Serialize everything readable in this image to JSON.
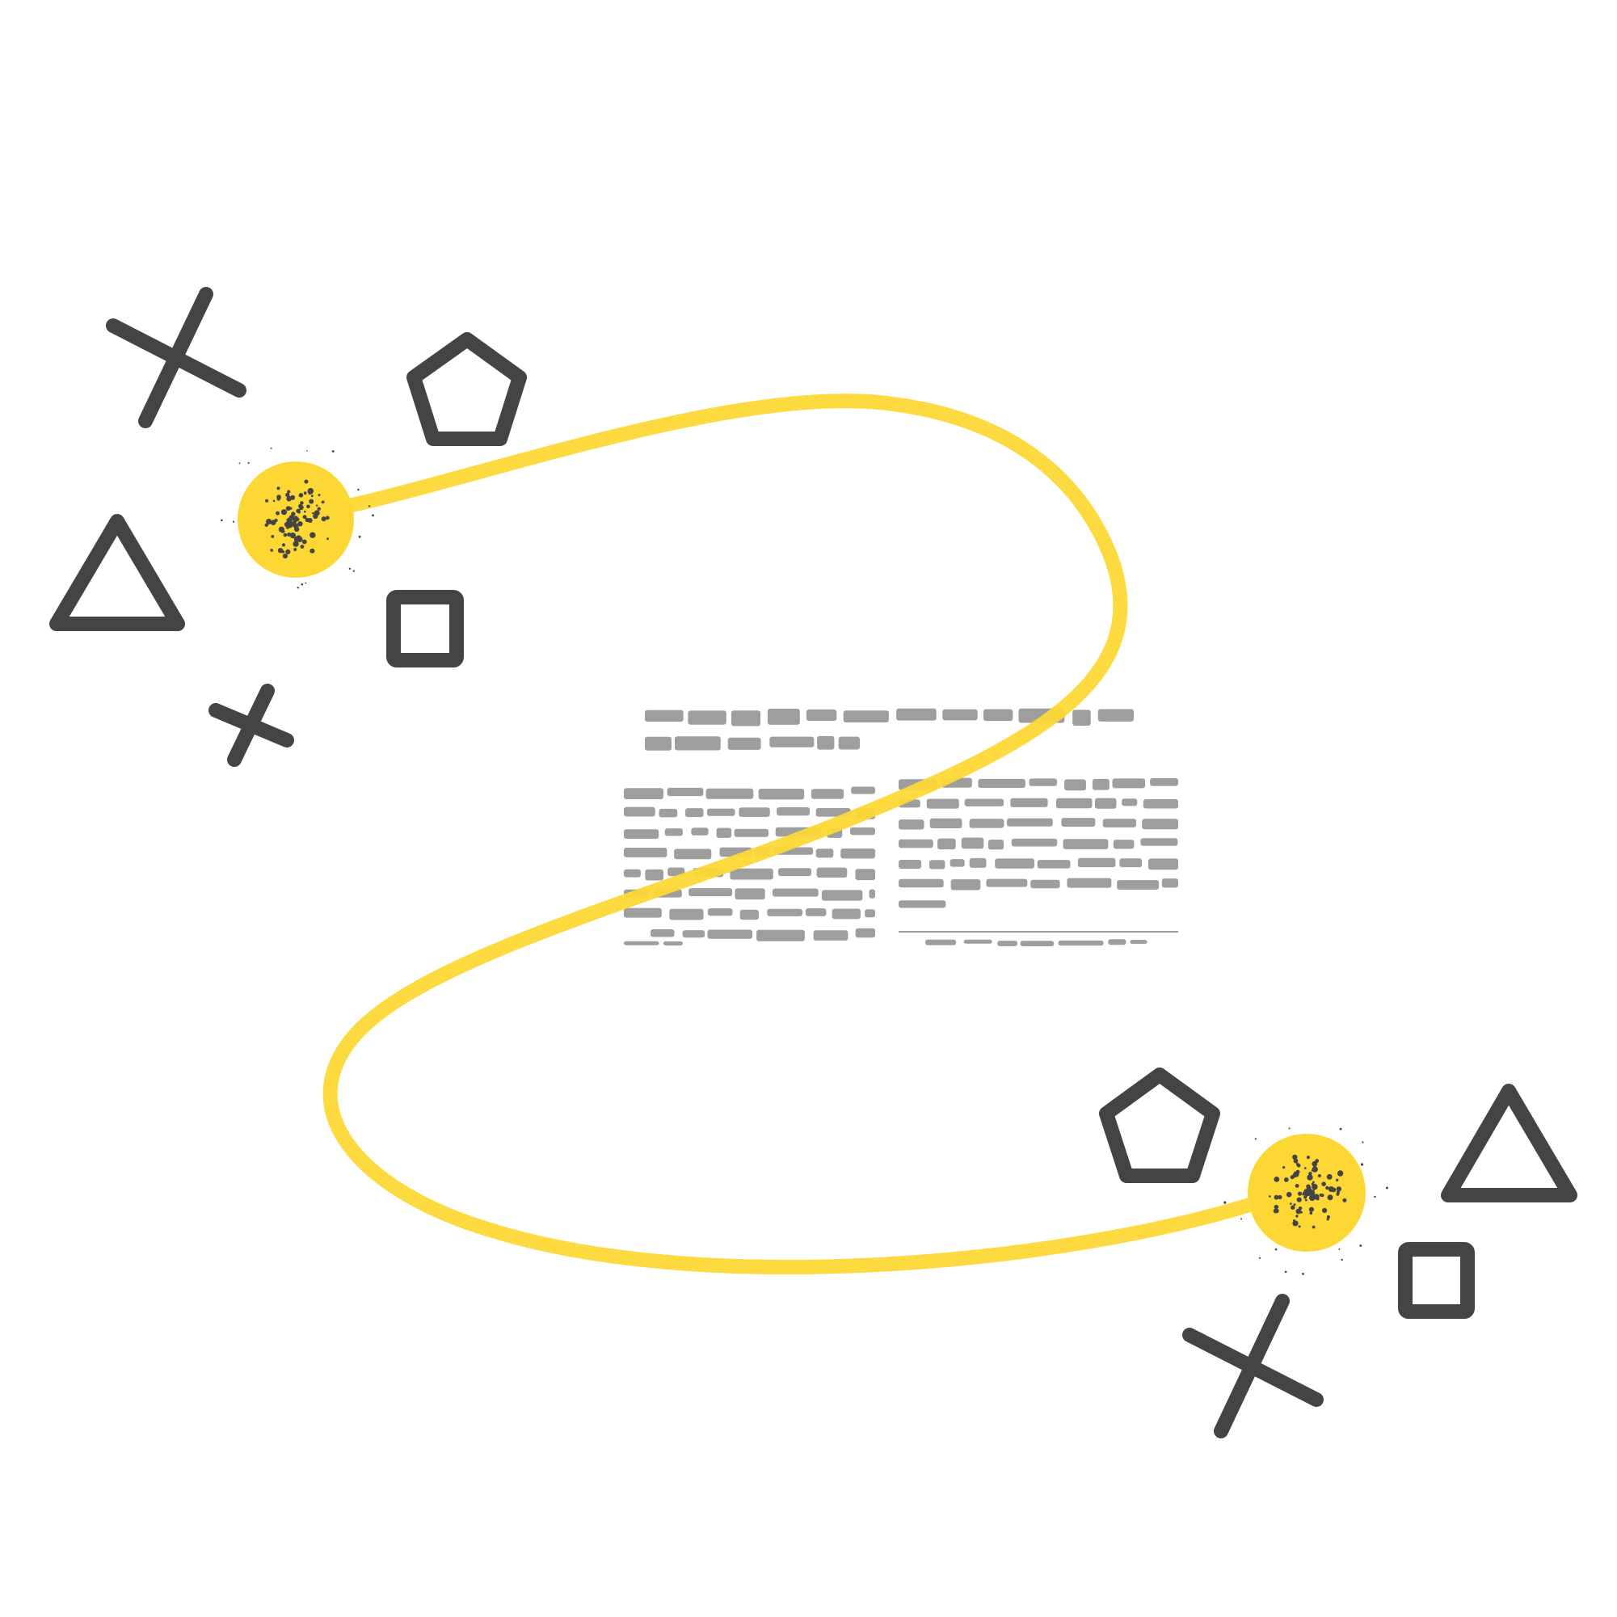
{
  "illustration": {
    "colors": {
      "background": "#ffffff",
      "path": "#fdd835",
      "node": "#fdd835",
      "shape_stroke": "#444444",
      "speckle": "#444444",
      "text_blocks": "#9e9e9e"
    },
    "icons": {
      "shapes": [
        "cross-icon",
        "pentagon-icon",
        "triangle-icon",
        "square-icon",
        "small-cross-icon"
      ],
      "nodes": [
        "start-node",
        "end-node"
      ],
      "text": "garbled-text-block"
    }
  }
}
